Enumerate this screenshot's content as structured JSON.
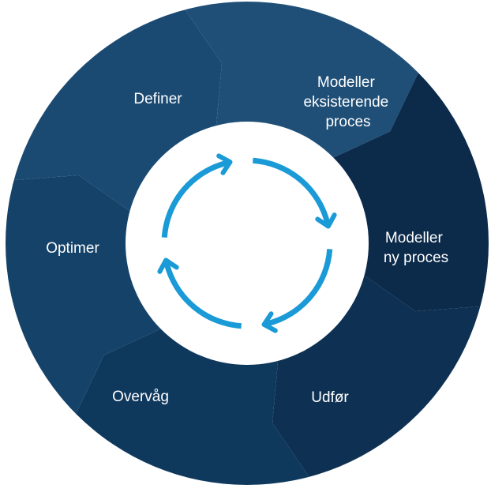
{
  "diagram": {
    "segments": [
      {
        "id": "definer",
        "lines": [
          "Definer"
        ],
        "color": "#1f4f77"
      },
      {
        "id": "modeller-eksisterende",
        "lines": [
          "Modeller",
          "eksisterende",
          "proces"
        ],
        "color": "#0c2a4a"
      },
      {
        "id": "modeller-ny",
        "lines": [
          "Modeller",
          "ny proces"
        ],
        "color": "#0e3153"
      },
      {
        "id": "udfor",
        "lines": [
          "Udfør"
        ],
        "color": "#0f385d"
      },
      {
        "id": "overvag",
        "lines": [
          "Overvåg"
        ],
        "color": "#154268"
      },
      {
        "id": "optimer",
        "lines": [
          "Optimer"
        ],
        "color": "#1a4a72"
      }
    ],
    "center_icon": "cycle-arrows-icon",
    "arrow_color": "#1a9ad6",
    "hub_color": "#ffffff"
  }
}
